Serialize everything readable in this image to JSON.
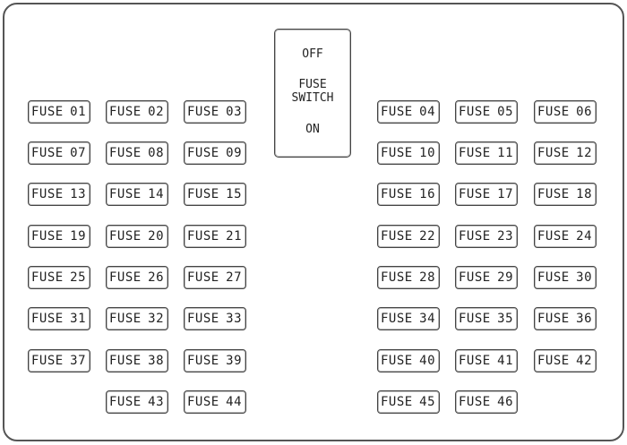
{
  "switch": {
    "off_label": "OFF",
    "name_line1": "FUSE",
    "name_line2": "SWITCH",
    "on_label": "ON"
  },
  "fuse_prefix": "FUSE",
  "fuses": [
    "01",
    "02",
    "03",
    "04",
    "05",
    "06",
    "07",
    "08",
    "09",
    "10",
    "11",
    "12",
    "13",
    "14",
    "15",
    "16",
    "17",
    "18",
    "19",
    "20",
    "21",
    "22",
    "23",
    "24",
    "25",
    "26",
    "27",
    "28",
    "29",
    "30",
    "31",
    "32",
    "33",
    "34",
    "35",
    "36",
    "37",
    "38",
    "39",
    "40",
    "41",
    "42",
    "43",
    "44",
    "45",
    "46"
  ]
}
